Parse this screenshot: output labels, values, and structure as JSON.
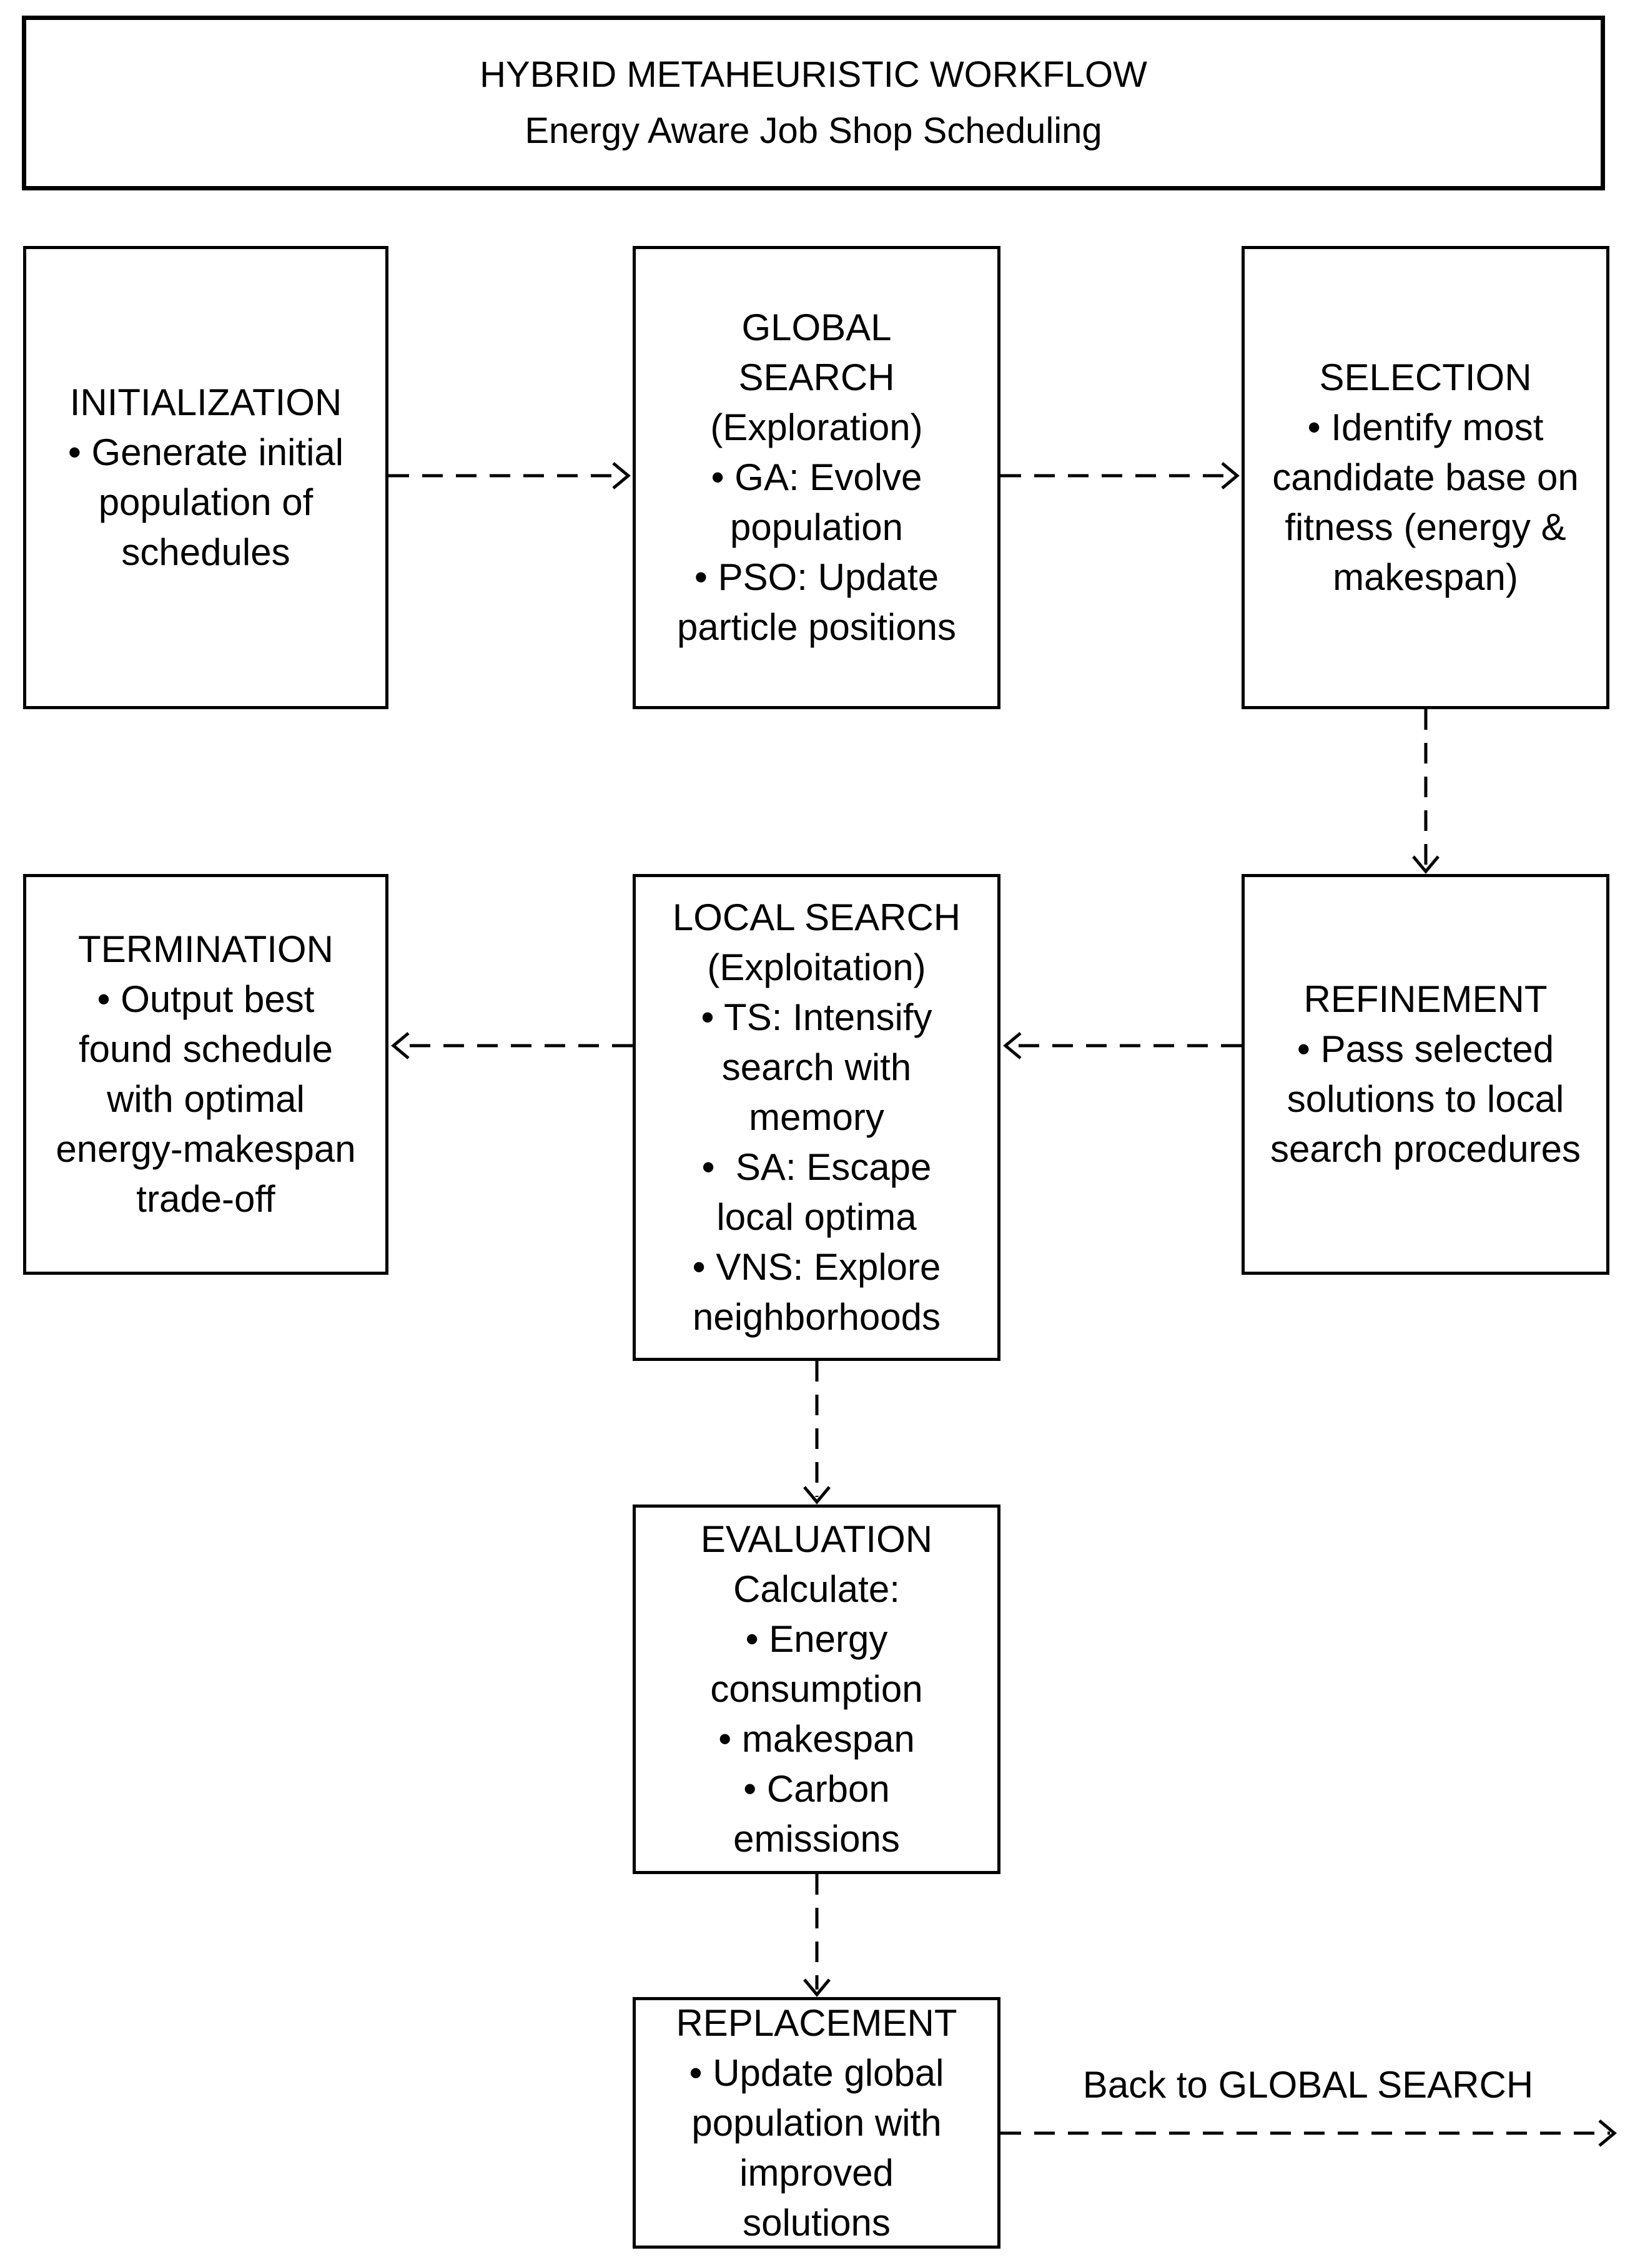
{
  "diagram": {
    "title": "HYBRID METAHEURISTIC WORKFLOW",
    "subtitle": "Energy Aware Job Shop Scheduling"
  },
  "nodes": {
    "initialization": "INITIALIZATION\n• Generate initial\npopulation of\nschedules",
    "global_search": "GLOBAL\nSEARCH\n(Exploration)\n• GA: Evolve\npopulation\n• PSO: Update\nparticle positions",
    "selection": "SELECTION\n• Identify most\ncandidate base on\nfitness (energy &\nmakespan)",
    "termination": "TERMINATION\n• Output best\nfound schedule\nwith optimal\nenergy-makespan\ntrade-off",
    "local_search": "LOCAL SEARCH\n(Exploitation)\n• TS: Intensify\nsearch with\nmemory\n•  SA: Escape\nlocal optima\n• VNS: Explore\nneighborhoods",
    "refinement": "REFINEMENT\n• Pass selected\nsolutions to local\nsearch procedures",
    "evaluation": "EVALUATION\nCalculate:\n• Energy\nconsumption\n• makespan\n• Carbon\nemissions",
    "replacement": "REPLACEMENT\n• Update global\npopulation with\nimproved\nsolutions"
  },
  "labels": {
    "back_to_global_search": "Back to GLOBAL SEARCH"
  },
  "colors": {
    "line": "#000000",
    "background": "#ffffff",
    "text": "#000000"
  }
}
